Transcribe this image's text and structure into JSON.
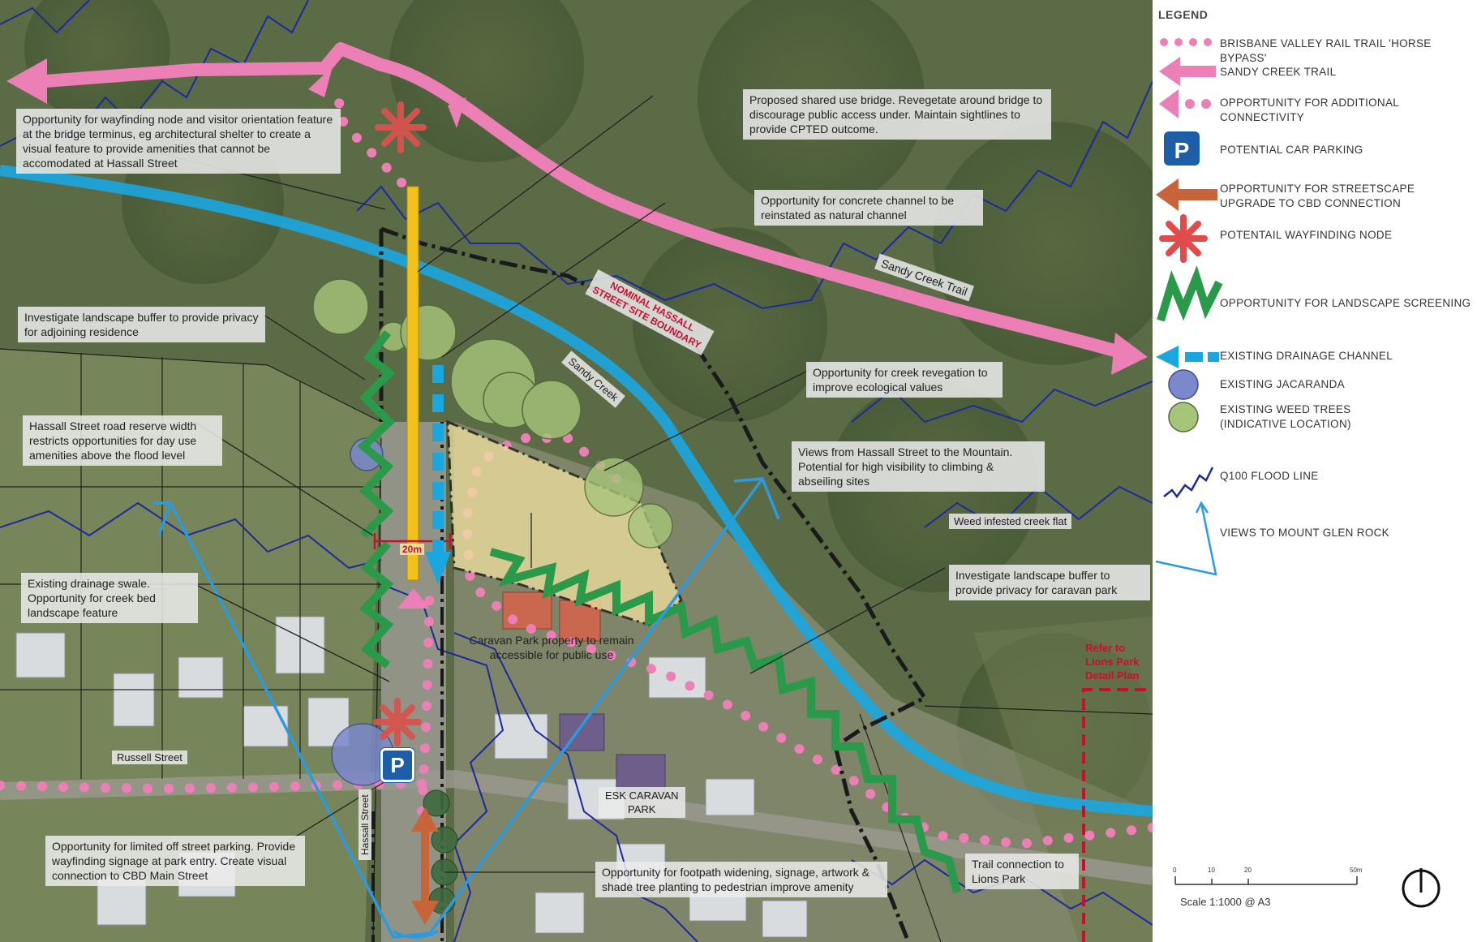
{
  "colors": {
    "rail_trail": "#ec7fb6",
    "sandy_creek_trail": "#ec7fb6",
    "drainage": "#1aa7e0",
    "streetscape": "#c8643a",
    "wayfinding": "#e04b4b",
    "screening": "#2a9a4a",
    "jacaranda": "#7b88cc",
    "weed_trees": "#a7c57a",
    "flood_line": "#1c2a9c",
    "views": "#2a9be0",
    "bridge": "#f2c21a",
    "boundary": "#1a1a1a",
    "caravan_property": "#f2e2a0",
    "parking": "#1c5fa8",
    "lions_park": "#c8102e"
  },
  "legend": {
    "title": "LEGEND",
    "items": [
      {
        "key": "rail_trail",
        "label": "BRISBANE VALLEY RAIL TRAIL 'HORSE BYPASS'"
      },
      {
        "key": "sandy_creek_trail",
        "label": "SANDY CREEK TRAIL"
      },
      {
        "key": "additional_connectivity",
        "label": "OPPORTUNITY FOR ADDITIONAL CONNECTIVITY"
      },
      {
        "key": "car_parking",
        "label": "POTENTIAL CAR PARKING"
      },
      {
        "key": "streetscape",
        "label": "OPPORTUNITY FOR STREETSCAPE UPGRADE TO CBD CONNECTION"
      },
      {
        "key": "wayfinding",
        "label": "POTENTAIL WAYFINDING NODE"
      },
      {
        "key": "screening",
        "label": "OPPORTUNITY FOR LANDSCAPE SCREENING"
      },
      {
        "key": "drainage",
        "label": "EXISTING DRAINAGE CHANNEL"
      },
      {
        "key": "jacaranda",
        "label": "EXISTING JACARANDA"
      },
      {
        "key": "weed_trees",
        "label": "EXISTING WEED TREES (INDICATIVE LOCATION)"
      },
      {
        "key": "flood_line",
        "label": "Q100 FLOOD LINE"
      },
      {
        "key": "views",
        "label": "VIEWS TO MOUNT GLEN ROCK"
      }
    ]
  },
  "parking_symbol": "P",
  "scale": {
    "text": "Scale 1:1000 @ A3",
    "ticks": [
      "0",
      "10",
      "20",
      "50m"
    ]
  },
  "map_labels": {
    "sandy_creek_trail": "Sandy Creek Trail",
    "sandy_creek": "Sandy Creek",
    "site_boundary_line1": "NOMINAL HASSALL",
    "site_boundary_line2": "STREET SITE BOUNDARY",
    "width_20m": "20m",
    "russell_street": "Russell Street",
    "hassall_street": "Hassall Street",
    "caravan_park_line1": "ESK CARAVAN",
    "caravan_park_line2": "PARK",
    "weed_flat": "Weed infested creek flat",
    "lions_park_line1": "Refer to",
    "lions_park_line2": "Lions Park",
    "lions_park_line3": "Detail Plan"
  },
  "annotations": [
    {
      "id": "wayfinding-node",
      "text": "Opportunity for wayfinding node and visitor orientation feature at the bridge terminus, eg architectural shelter to create a visual feature to provide amenities that cannot be accomodated at Hassall Street"
    },
    {
      "id": "shared-bridge",
      "text": "Proposed shared use bridge. Revegetate around bridge to discourage public access under. Maintain sightlines to provide CPTED outcome."
    },
    {
      "id": "concrete-channel",
      "text": "Opportunity for concrete channel to be reinstated as natural channel"
    },
    {
      "id": "buffer-residence",
      "text": "Investigate landscape buffer to provide privacy for adjoining residence"
    },
    {
      "id": "creek-revegation",
      "text": "Opportunity for creek revegation to improve ecological values"
    },
    {
      "id": "road-reserve",
      "text": "Hassall Street road reserve width restricts opportunities for day use amenities above the flood level"
    },
    {
      "id": "views-mountain",
      "text": "Views from Hassall Street to the Mountain. Potential for high visibility to climbing & abseiling sites"
    },
    {
      "id": "drainage-swale",
      "text": "Existing drainage swale. Opportunity for creek bed landscape feature"
    },
    {
      "id": "buffer-caravan",
      "text": "Investigate landscape buffer to provide privacy for caravan park"
    },
    {
      "id": "caravan-public",
      "text": "Caravan Park property to remain accessible for public use"
    },
    {
      "id": "off-street-parking",
      "text": "Opportunity for limited off street parking. Provide wayfinding signage at park entry. Create visual connection to CBD Main Street"
    },
    {
      "id": "footpath-widening",
      "text": "Opportunity for footpath widening, signage, artwork & shade tree planting to pedestrian improve amenity"
    },
    {
      "id": "trail-lions",
      "text": "Trail connection to Lions Park"
    }
  ]
}
